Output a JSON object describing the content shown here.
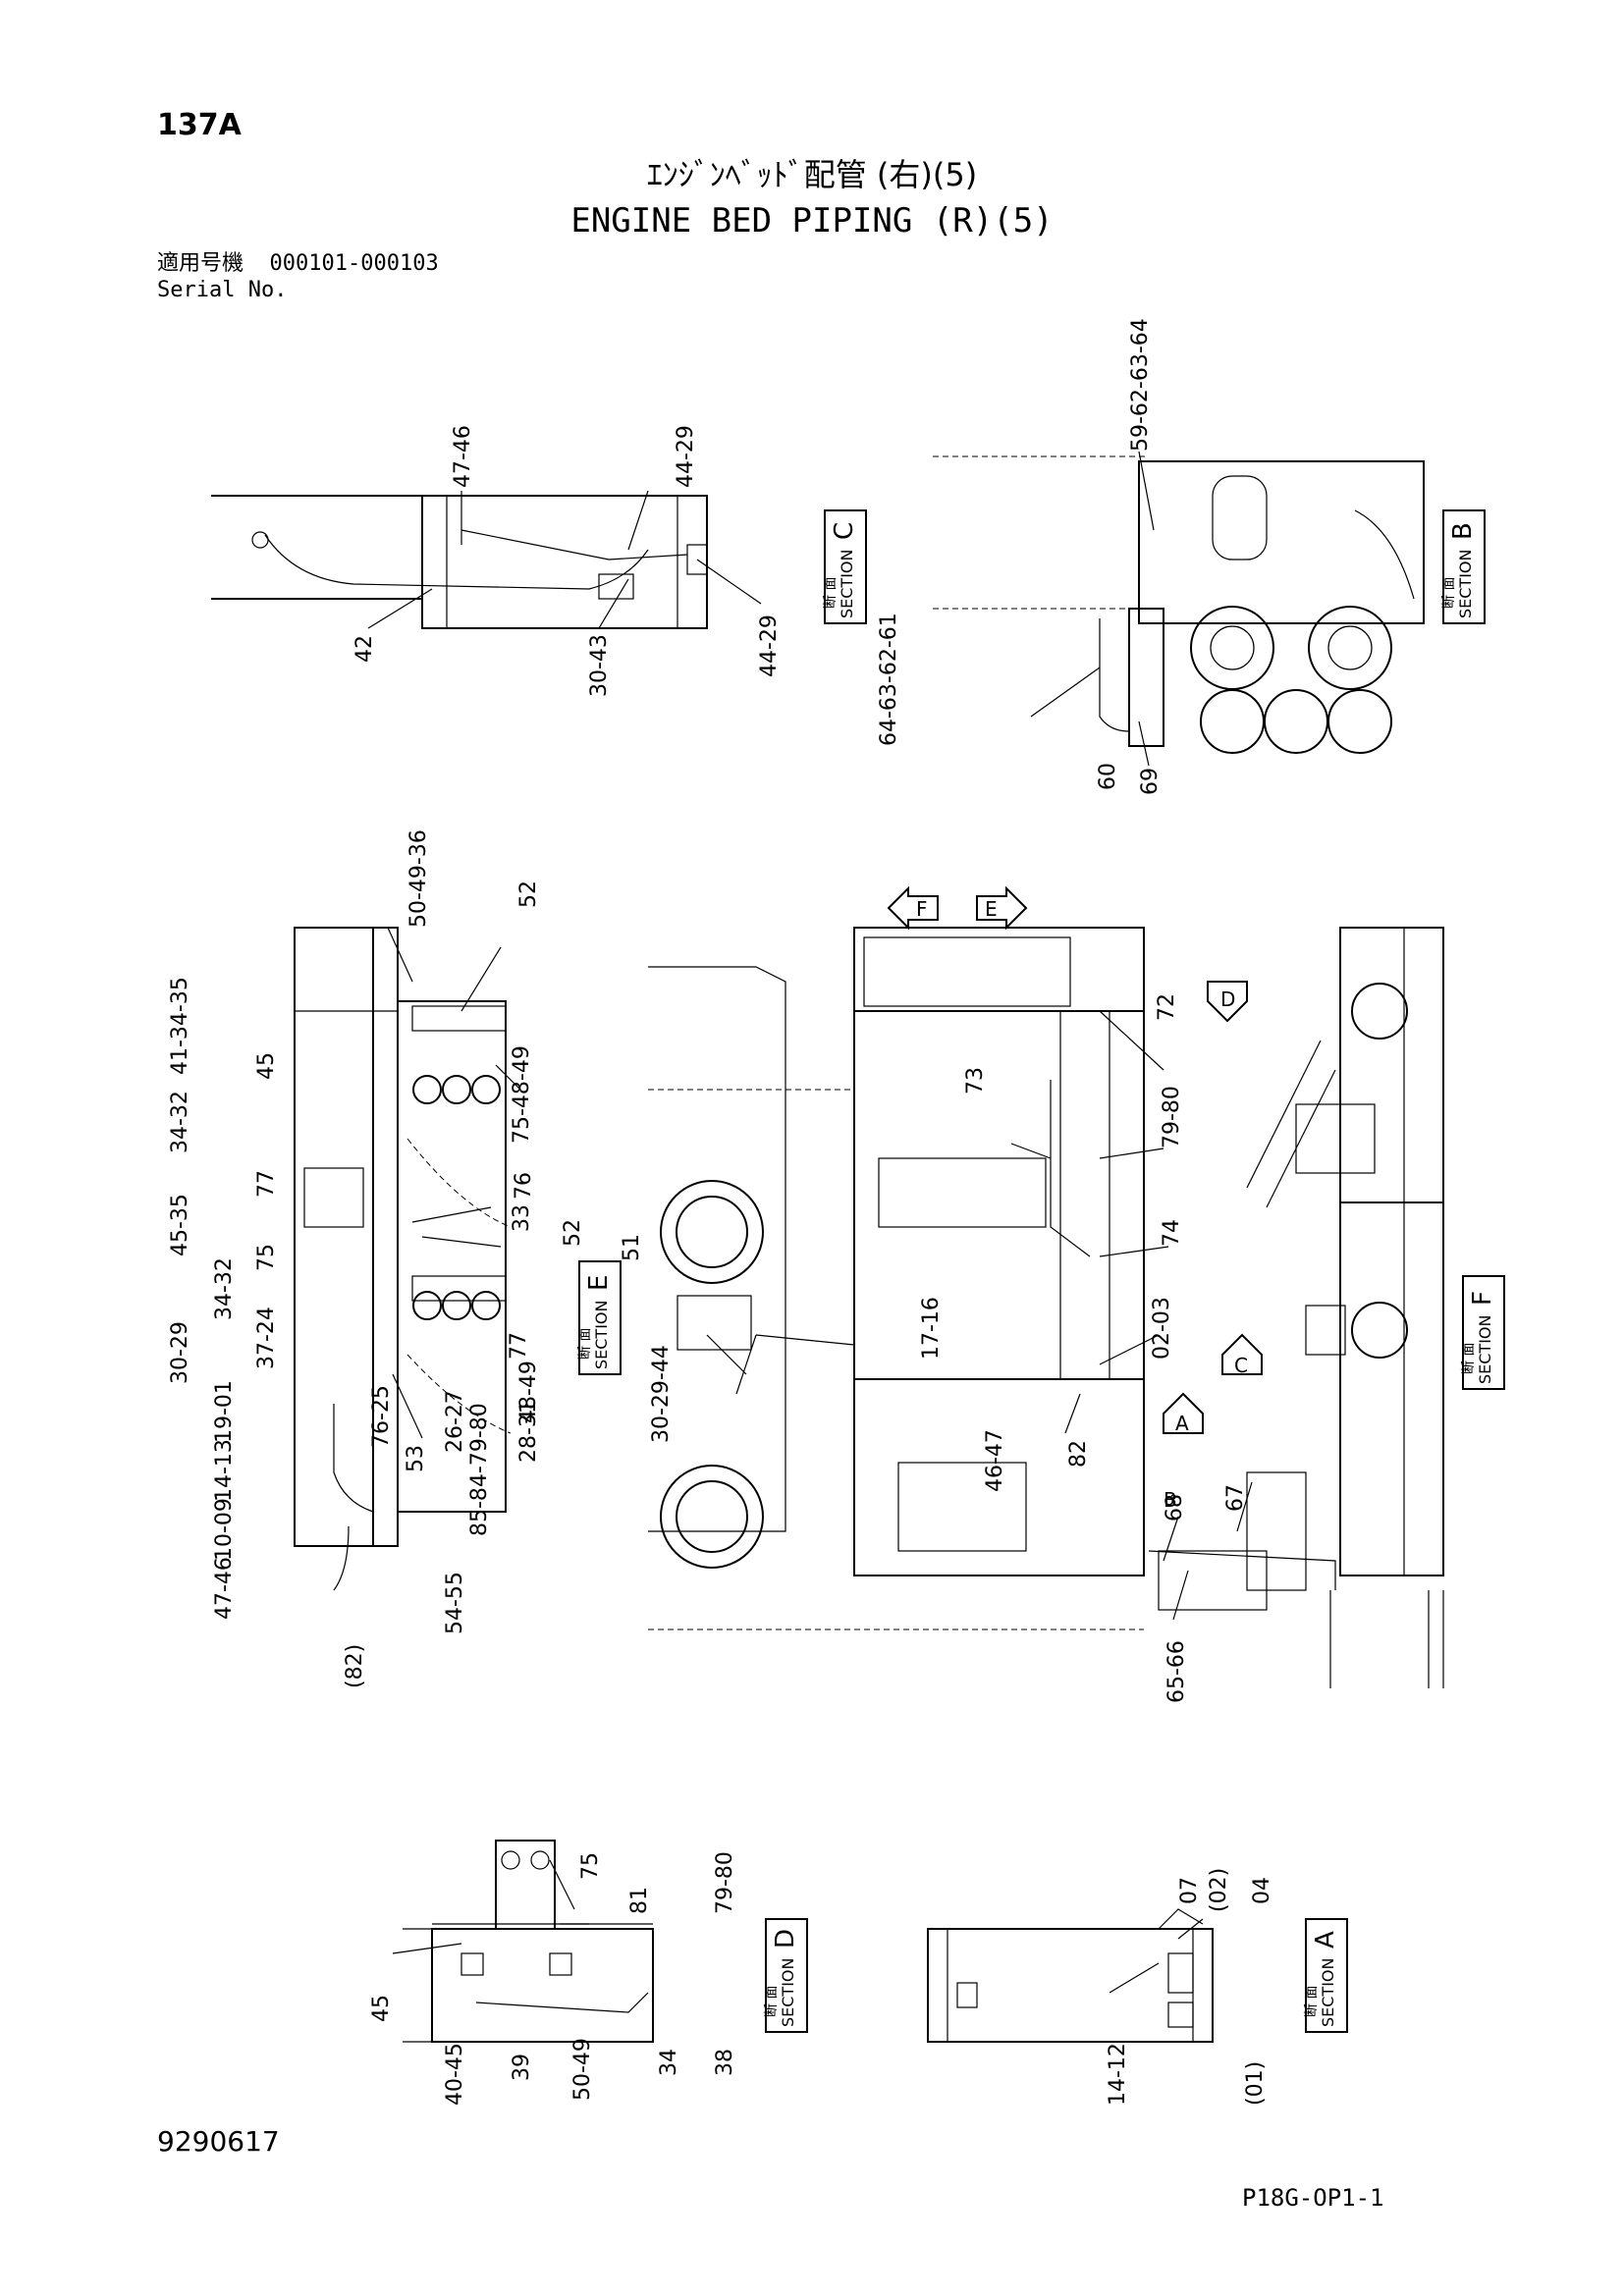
{
  "header": {
    "page_number": "137A",
    "title_jp": "ｴﾝｼﾞﾝﾍﾞｯﾄﾞ配管 (右)(5)",
    "title_en": "ENGINE BED PIPING (R)(5)",
    "serial_label_jp": "適用号機",
    "serial_range": "000101-000103",
    "serial_label_en": "Serial No."
  },
  "footer": {
    "doc_number": "9290617",
    "sheet_ref": "P18G-OP1-1"
  },
  "sections": {
    "C": {
      "kanji": "断 面",
      "word": "SECTION",
      "letter": "C"
    },
    "B": {
      "kanji": "断 面",
      "word": "SECTION",
      "letter": "B"
    },
    "E": {
      "kanji": "断 面",
      "word": "SECTION",
      "letter": "E"
    },
    "F": {
      "kanji": "断 面",
      "word": "SECTION",
      "letter": "F"
    },
    "D": {
      "kanji": "断 面",
      "word": "SECTION",
      "letter": "D"
    },
    "A": {
      "kanji": "断 面",
      "word": "SECTION",
      "letter": "A"
    }
  },
  "view_arrows": {
    "F": "F",
    "E": "E",
    "D": "D",
    "C": "C",
    "A": "A",
    "B": "B"
  },
  "callouts": {
    "c_47_46": "47-46",
    "c_44_29_top": "44-29",
    "c_42": "42",
    "c_30_43": "30-43",
    "c_44_29_bot": "44-29",
    "b_59_62_63_64": "59-62-63-64",
    "b_64_63_62_61": "64-63-62-61",
    "b_60": "60",
    "b_69": "69",
    "e_50_49_36": "50-49-36",
    "e_52_top": "52",
    "e_41_34_35": "41-34-35",
    "e_45": "45",
    "e_75_48_49": "75-48-49",
    "e_34_32": "34-32",
    "e_77_top": "77",
    "e_76": "76",
    "e_45_35": "45-35",
    "e_75": "75",
    "e_33": "33",
    "e_52_mid": "52",
    "e_34_32_b": "34-32",
    "e_37_24": "37-24",
    "e_30_29": "30-29",
    "e_19_01": "19-01",
    "e_14_13": "14-13",
    "e_10_09": "10-09",
    "e_47_46": "47-46",
    "e_77_bot": "77",
    "e_76_25": "76-25",
    "e_26_27": "26-27",
    "e_48_49": "48-49",
    "e_28_31": "28-31",
    "e_53": "53",
    "e_85_84_79_80": "85-84-79-80",
    "e_54_55": "54-55",
    "e_82": "(82)",
    "m_51": "51",
    "m_30_29_44": "30-29-44",
    "m_17_16": "17-16",
    "m_46_47": "46-47",
    "m_72": "72",
    "m_73": "73",
    "m_79_80": "79-80",
    "m_74": "74",
    "m_02_03": "02-03",
    "m_82": "82",
    "m_68": "68",
    "m_67": "67",
    "m_65_66": "65-66",
    "d_75": "75",
    "d_81": "81",
    "d_79_80": "79-80",
    "d_45_a": "45",
    "d_40_45": "40-45",
    "d_39": "39",
    "d_50_49": "50-49",
    "d_34": "34",
    "d_38": "38",
    "a_07": "07",
    "a_02": "(02)",
    "a_04": "04",
    "a_14_12": "14-12",
    "a_01": "(01)"
  }
}
